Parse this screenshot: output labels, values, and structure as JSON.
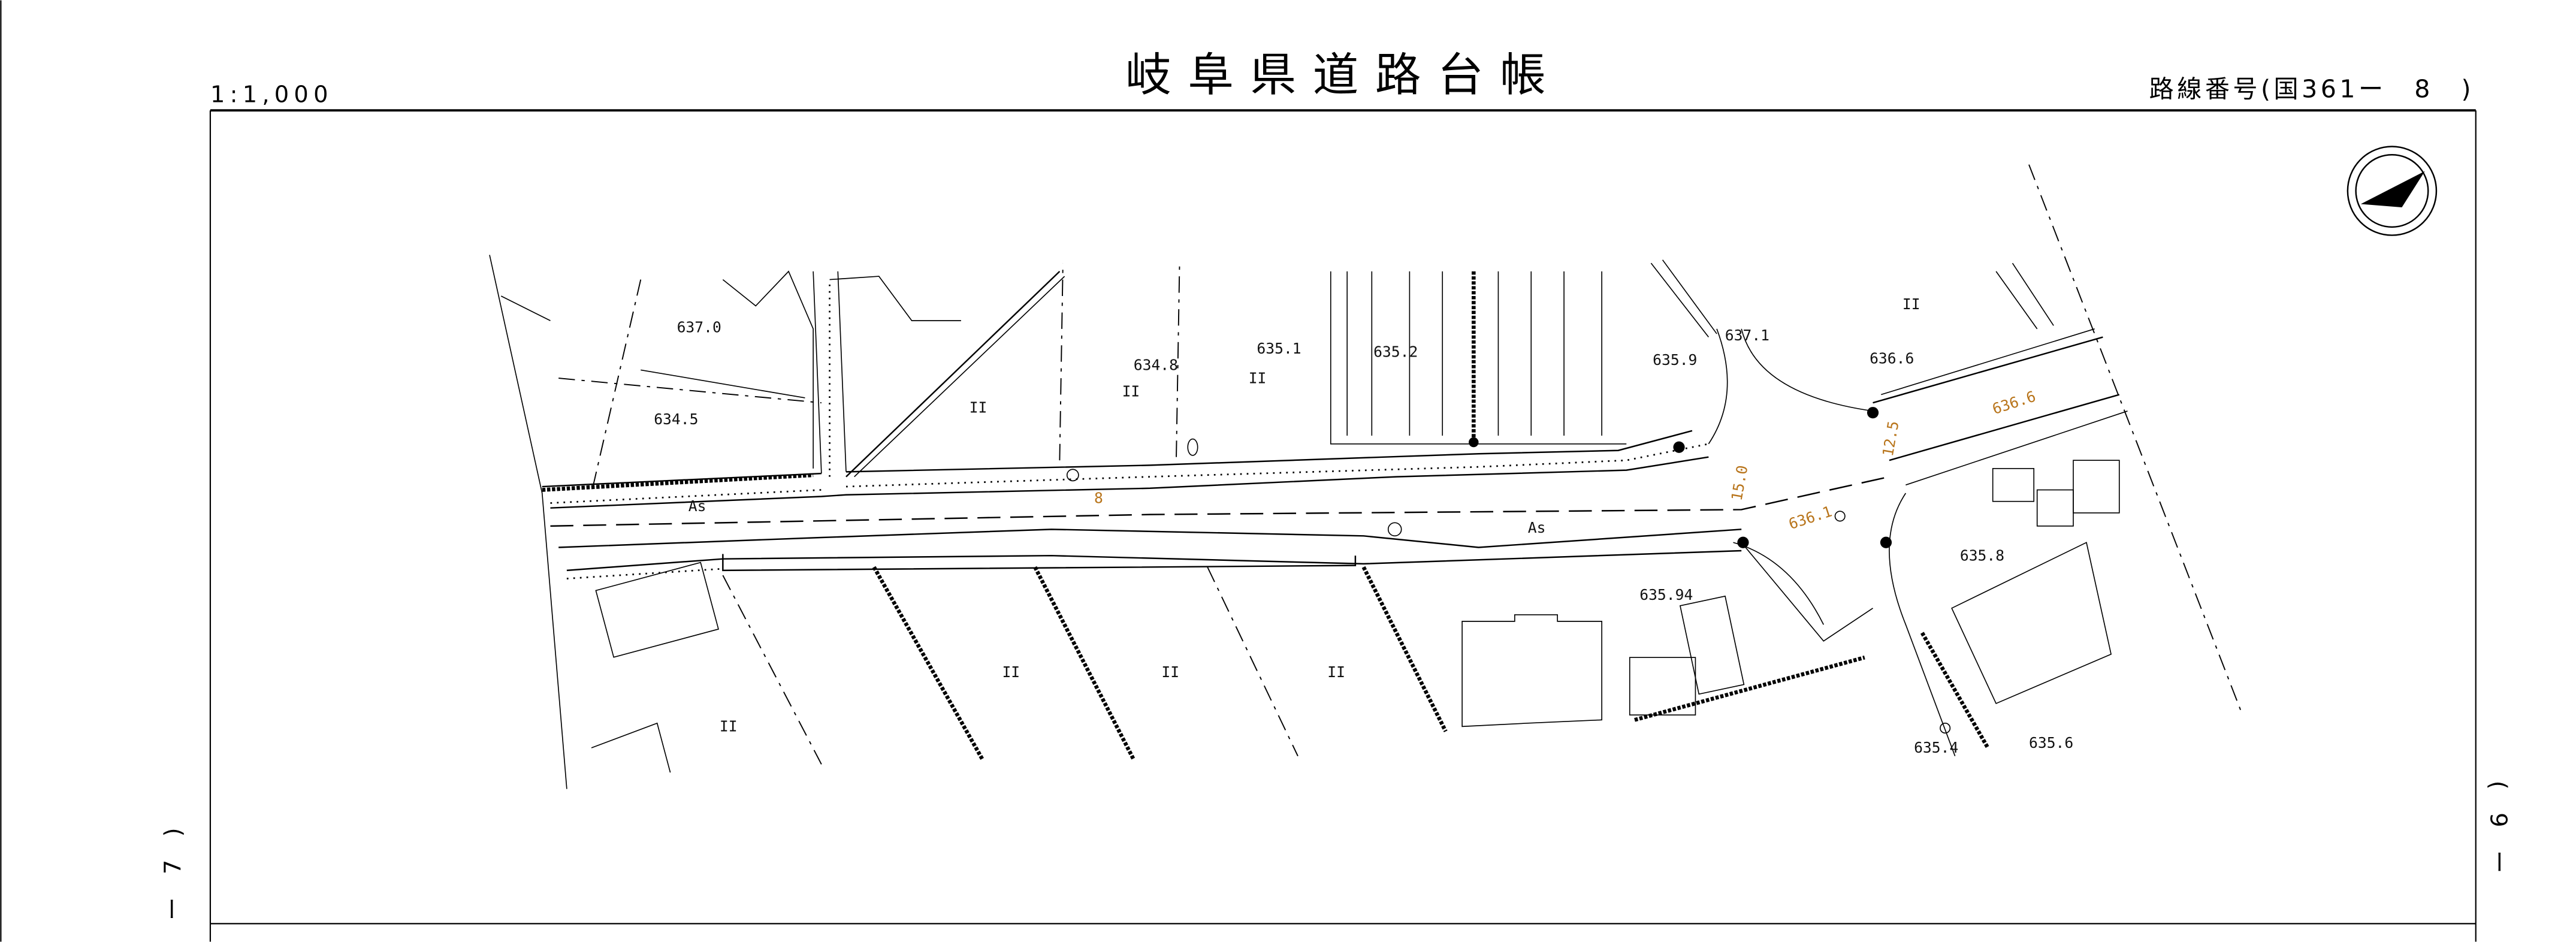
{
  "header": {
    "title": "岐阜県道路台帳",
    "scale": "1:1,000",
    "route_number": "路線番号(国361ー　8　)"
  },
  "sheet_links": {
    "left": "ー　7　)",
    "right": "(　9　ー"
  },
  "map": {
    "north_arrow": "compass-north-arrow",
    "elevations": [
      "637.0",
      "634.5",
      "634.8",
      "635.1",
      "635.2",
      "635.9",
      "637.1",
      "636.6",
      "636.6",
      "636.1",
      "635.94",
      "635.8",
      "635.4",
      "635.6"
    ],
    "land_use_symbols": [
      "II",
      "II",
      "II",
      "II",
      "II",
      "II",
      "II",
      "II"
    ],
    "pavement_labels": [
      "As",
      "As"
    ],
    "dimension_labels": [
      "8",
      "15.0",
      "12.5"
    ],
    "accent_color": "#b8741a"
  }
}
